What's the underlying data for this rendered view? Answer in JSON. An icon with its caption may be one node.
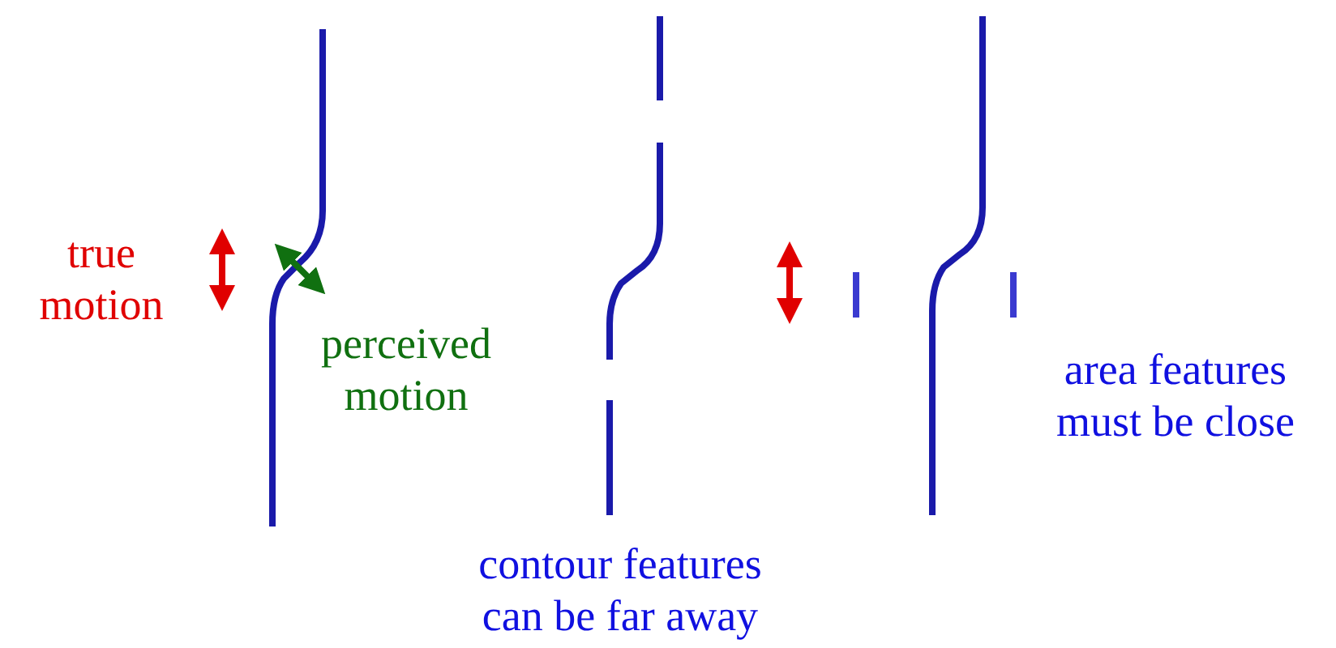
{
  "diagram": {
    "labels": [
      "true motion",
      "perceived motion",
      "contour features can be far away",
      "area features must be close"
    ]
  }
}
